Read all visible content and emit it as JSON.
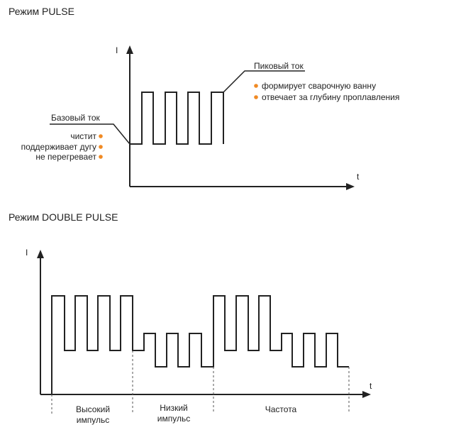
{
  "pulse": {
    "title": "Режим PULSE",
    "axis_y": "I",
    "axis_x": "t",
    "peak_label": "Пиковый ток",
    "peak_bullets": [
      "формирует сварочную ванну",
      "отвечает за глубину проплавления"
    ],
    "base_label": "Базовый ток",
    "base_bullets": [
      "чистит",
      "поддерживает дугу",
      "не перегревает"
    ]
  },
  "double_pulse": {
    "title": "Режим DOUBLE PULSE",
    "axis_y": "I",
    "axis_x": "t",
    "segment_high": [
      "Высокий",
      "импульс"
    ],
    "segment_low": [
      "Низкий",
      "импульс"
    ],
    "segment_freq": "Частота"
  },
  "colors": {
    "bullet": "#f08a24",
    "line": "#222222"
  }
}
